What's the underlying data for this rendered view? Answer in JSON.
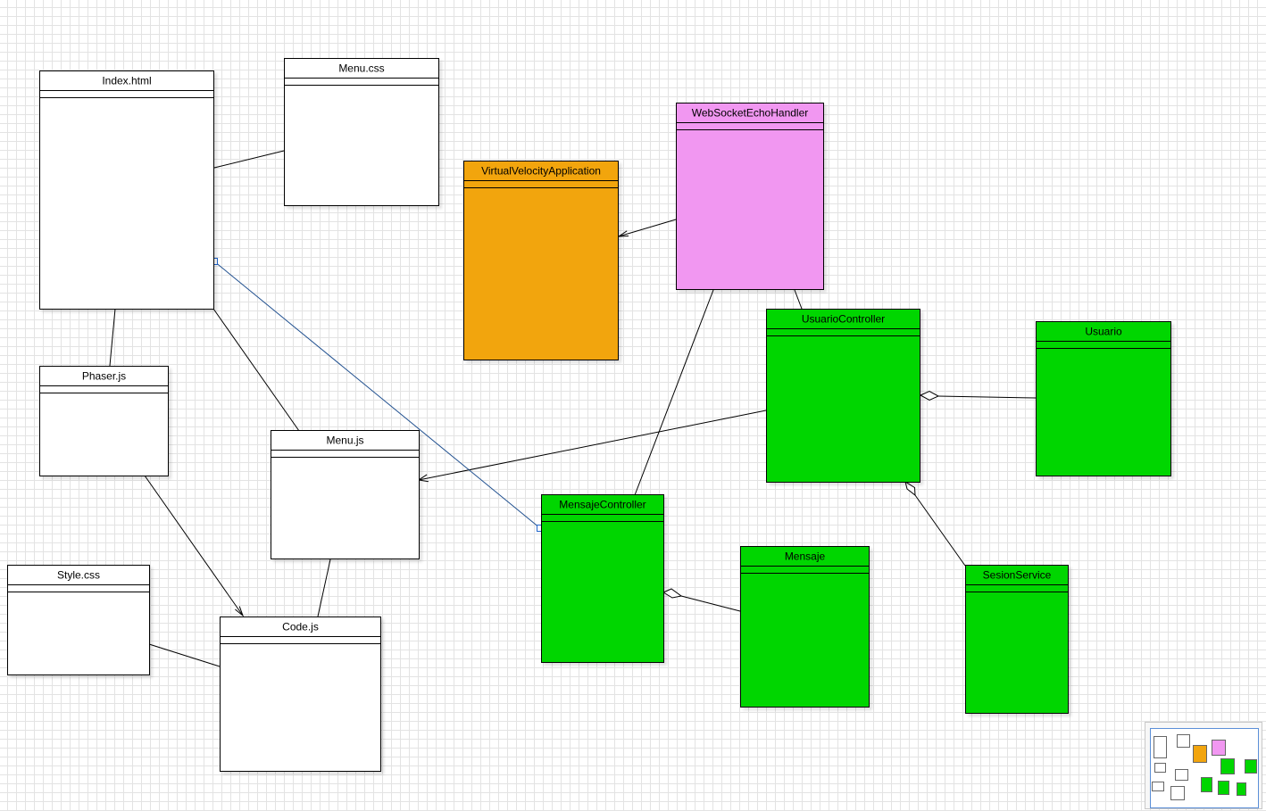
{
  "colors": {
    "white": "#ffffff",
    "orange": "#f2a50e",
    "pink": "#f197f1",
    "green": "#00d600",
    "selection": "#1f4f8f"
  },
  "classes": {
    "index_html": {
      "name": "Index.html"
    },
    "menu_css": {
      "name": "Menu.css"
    },
    "virtual_velocity": {
      "name": "VirtualVelocityApplication"
    },
    "websocket_handler": {
      "name": "WebSocketEchoHandler"
    },
    "usuario_controller": {
      "name": "UsuarioController"
    },
    "usuario": {
      "name": "Usuario"
    },
    "phaser_js": {
      "name": "Phaser.js"
    },
    "menu_js": {
      "name": "Menu.js"
    },
    "style_css": {
      "name": "Style.css"
    },
    "code_js": {
      "name": "Code.js"
    },
    "mensaje_controller": {
      "name": "MensajeController"
    },
    "mensaje": {
      "name": "Mensaje"
    },
    "sesion_service": {
      "name": "SesionService"
    }
  },
  "minimap": {
    "icon": "minimap-navigator"
  }
}
